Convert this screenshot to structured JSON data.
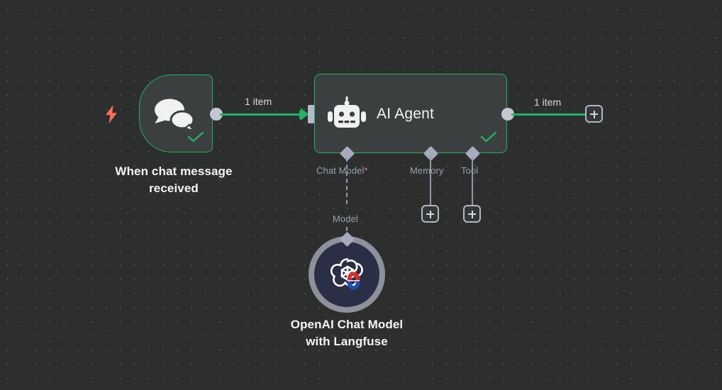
{
  "canvas": {
    "background_color": "#2d2f2f",
    "grid_dot_color": "#4a4c4c",
    "accent_green": "#21b265",
    "accent_orange": "#ff6d5a",
    "port_gray": "#c4c7d1"
  },
  "nodes": {
    "trigger": {
      "title": "When chat message\nreceived",
      "icon": "chat-bubbles-icon",
      "status_icon": "check-icon",
      "trigger_icon": "lightning-bolt-icon"
    },
    "agent": {
      "title": "AI Agent",
      "icon": "robot-icon",
      "status_icon": "check-icon",
      "sub_ports": [
        {
          "label": "Chat Model",
          "required": true,
          "required_marker": "*"
        },
        {
          "label": "Memory",
          "required": false,
          "required_marker": ""
        },
        {
          "label": "Tool",
          "required": false,
          "required_marker": ""
        }
      ]
    },
    "openai": {
      "title": "OpenAI Chat Model\nwith Langfuse",
      "icon": "openai-logo-icon",
      "port_label": "Model"
    }
  },
  "connections": {
    "trigger_to_agent_label": "1 item",
    "agent_to_next_label": "1 item"
  },
  "buttons": {
    "add_next_node": "+",
    "add_memory": "+",
    "add_tool": "+"
  }
}
